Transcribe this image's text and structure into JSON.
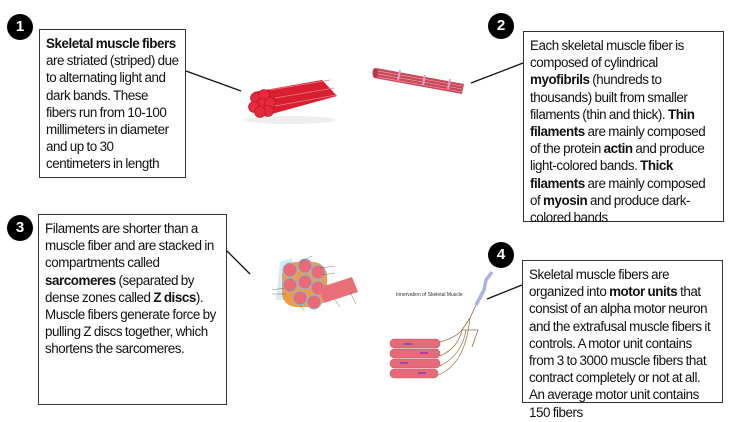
{
  "callouts": [
    {
      "number": "1",
      "segments": [
        {
          "text": "Skeletal muscle fibers",
          "bold": true
        },
        {
          "text": " are striated (striped) due to alternating light and dark bands. These fibers run from 10-100 millimeters in diameter and up to 30 centimeters in length",
          "bold": false
        }
      ]
    },
    {
      "number": "2",
      "segments": [
        {
          "text": "Each skeletal muscle fiber is composed of cylindrical ",
          "bold": false
        },
        {
          "text": "myofibrils",
          "bold": true
        },
        {
          "text": " (hundreds to thousands) built from smaller filaments (thin and thick). ",
          "bold": false
        },
        {
          "text": "Thin filaments",
          "bold": true
        },
        {
          "text": " are mainly composed of the protein ",
          "bold": false
        },
        {
          "text": "actin",
          "bold": true
        },
        {
          "text": " and produce light-colored bands. ",
          "bold": false
        },
        {
          "text": "Thick filaments",
          "bold": true
        },
        {
          "text": " are mainly composed of ",
          "bold": false
        },
        {
          "text": "myosin",
          "bold": true
        },
        {
          "text": " and produce dark-colored bands",
          "bold": false
        }
      ]
    },
    {
      "number": "3",
      "segments": [
        {
          "text": "Filaments are shorter than a muscle fiber and are stacked in compartments called ",
          "bold": false
        },
        {
          "text": "sarcomeres",
          "bold": true
        },
        {
          "text": " (separated by dense zones called ",
          "bold": false
        },
        {
          "text": "Z discs",
          "bold": true
        },
        {
          "text": "). Muscle fibers generate force by pulling Z discs together, which shortens the sarcomeres.",
          "bold": false
        }
      ]
    },
    {
      "number": "4",
      "segments": [
        {
          "text": "Skeletal muscle fibers are organized into ",
          "bold": false
        },
        {
          "text": "motor units",
          "bold": true
        },
        {
          "text": " that consist of an alpha motor neuron and the extrafusal muscle fibers it controls. A motor unit contains from 3 to 3000 muscle fibers that contract completely or not at all. An average motor unit contains 150 fibers",
          "bold": false
        }
      ]
    }
  ],
  "innervation_figure": {
    "title": "Innervation of Skeletal Muscle"
  },
  "colors": {
    "muscle_red": "#e8283c",
    "myofibril": "#c9485a",
    "sarcomere_pink": "#e9707a",
    "nerve_blue": "#a9b4e6",
    "badge": "#000000"
  }
}
